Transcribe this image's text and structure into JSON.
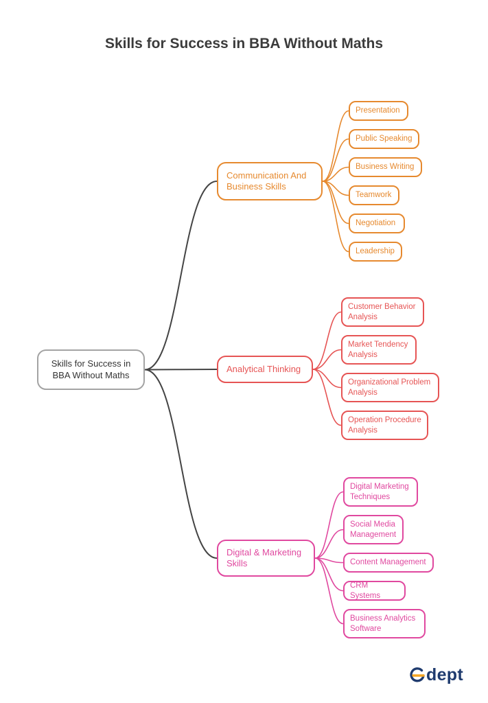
{
  "title": "Skills for Success in BBA Without Maths",
  "root": {
    "label": "Skills for Success in BBA Without Maths"
  },
  "branches": [
    {
      "label": "Communication And Business Skills",
      "color": "#e6892e",
      "leaves": [
        "Presentation",
        "Public Speaking",
        "Business Writing",
        "Teamwork",
        "Negotiation",
        "Leadership"
      ]
    },
    {
      "label": "Analytical Thinking",
      "color": "#e65454",
      "leaves": [
        "Customer Behavior Analysis",
        "Market Tendency Analysis",
        "Organizational Problem Analysis",
        "Operation Procedure Analysis"
      ]
    },
    {
      "label": "Digital & Marketing Skills",
      "color": "#e0489f",
      "leaves": [
        "Digital Marketing Techniques",
        "Social Media Management",
        "Content Management",
        "CRM Systems",
        "Business Analytics Software"
      ]
    }
  ],
  "logo": {
    "text": "dept",
    "icon": "edept-e-logo-icon",
    "colors": {
      "e_blue": "#1f3b6e",
      "e_orange": "#f5a623"
    }
  }
}
